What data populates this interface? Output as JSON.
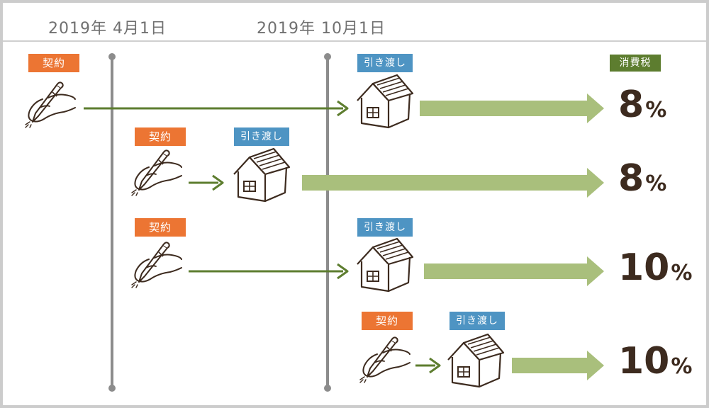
{
  "dates": {
    "april": "2019年 4月1日",
    "october": "2019年 10月1日"
  },
  "labels": {
    "contract": "契約",
    "delivery": "引き渡し",
    "tax": "消費税"
  },
  "rows": [
    {
      "rate": "8",
      "unit": "%"
    },
    {
      "rate": "8",
      "unit": "%"
    },
    {
      "rate": "10",
      "unit": "%"
    },
    {
      "rate": "10",
      "unit": "%"
    }
  ],
  "colors": {
    "contract": "#ec7533",
    "delivery": "#4e94c3",
    "tax": "#5d7d2f",
    "arrow": "#5d7d2f",
    "bar": "#a9bf7c",
    "timeline": "#8c8c8c"
  },
  "icons": {
    "contract": "hand-writing-pen-icon",
    "delivery": "house-icon"
  }
}
